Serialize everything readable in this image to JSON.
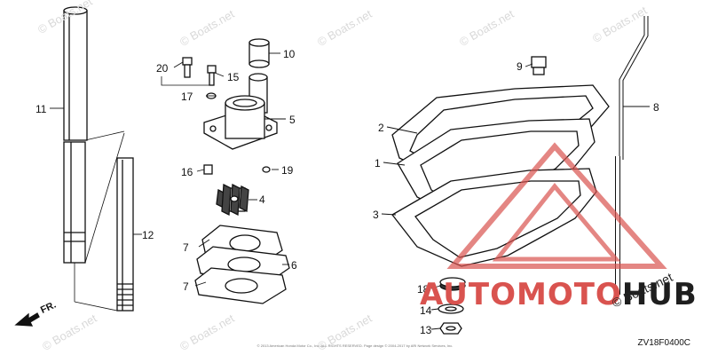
{
  "watermarks": [
    "© Boats.net",
    "© Boats.net",
    "© Boats.net",
    "© Boats.net",
    "© Boats.net",
    "© Boats.net",
    "© Boats.net",
    "© Boats.net"
  ],
  "callouts": [
    "20",
    "15",
    "17",
    "10",
    "5",
    "16",
    "19",
    "4",
    "7",
    "6",
    "7",
    "11",
    "12",
    "9",
    "8",
    "2",
    "1",
    "3",
    "18",
    "14",
    "13"
  ],
  "front_indicator": "FR.",
  "diagram_code": "ZV18F0400C",
  "copyright_text": "© 2013 American Honda Motor Co., Inc. ALL RIGHTS RESERVED. Page design © 2004-2017 by ARI Network Services, Inc.",
  "brand": {
    "auto": "AUTO",
    "moto": "MOTO",
    "hub": "HUB",
    "colors": {
      "red": "#d9534f",
      "dark": "#1e1e1e"
    }
  },
  "boats_logo": "© Boats.net"
}
